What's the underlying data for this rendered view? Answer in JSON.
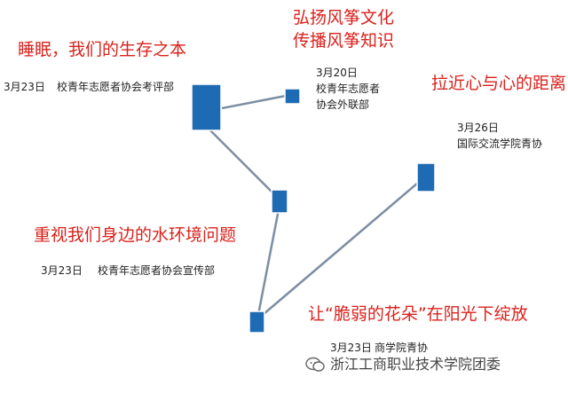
{
  "colors": {
    "node": "#1f6bb3",
    "connector": "#7c8ea3",
    "title": "#d9221c",
    "meta": "#222222"
  },
  "events": [
    {
      "id": "sleep",
      "title": "睡眠，我们的生存之本",
      "date": "3月23日",
      "org": "校青年志愿者协会考评部"
    },
    {
      "id": "kite",
      "title_lines": [
        "弘扬风筝文化",
        "传播风筝知识"
      ],
      "date": "3月20日",
      "org_lines": [
        "校青年志愿者",
        "协会外联部"
      ]
    },
    {
      "id": "hearts",
      "title": "拉近心与心的距离",
      "date": "3月26日",
      "org": "国际交流学院青协"
    },
    {
      "id": "water",
      "title": "重视我们身边的水环境问题",
      "date": "3月23日",
      "org": "校青年志愿者协会宣传部"
    },
    {
      "id": "flowers",
      "title": "让“脆弱的花朵”在阳光下绽放",
      "date": "3月23日",
      "org": "商学院青协"
    }
  ],
  "watermark": {
    "icon": "wechat-icon",
    "text": "浙江工商职业技术学院团委"
  }
}
